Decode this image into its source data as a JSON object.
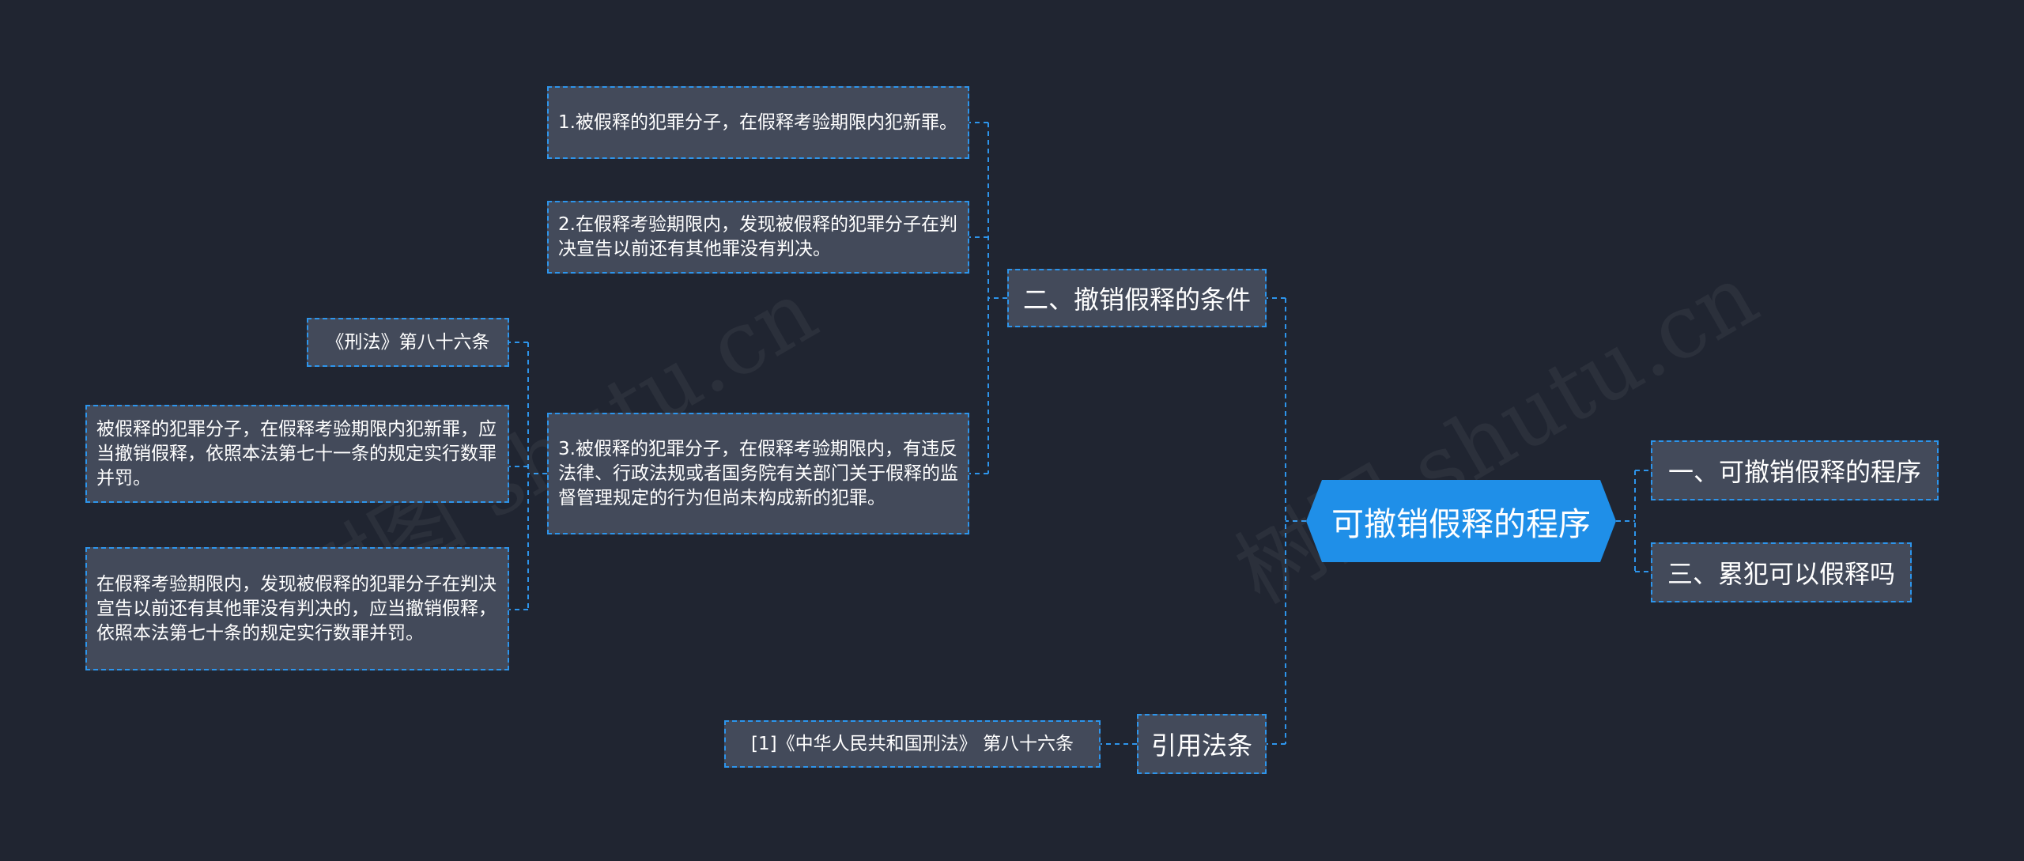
{
  "central": {
    "label": "可撤销假释的程序"
  },
  "right_branches": [
    {
      "label": "一、可撤销假释的程序"
    },
    {
      "label": "三、累犯可以假释吗"
    }
  ],
  "conditions": {
    "label": "二、撤销假释的条件",
    "items": [
      {
        "text": "1.被假释的犯罪分子，在假释考验期限内犯新罪。"
      },
      {
        "text": "2.在假释考验期限内，发现被假释的犯罪分子在判决宣告以前还有其他罪没有判决。"
      },
      {
        "text": "3.被假释的犯罪分子，在假释考验期限内，有违反法律、行政法规或者国务院有关部门关于假释的监督管理规定的行为但尚未构成新的犯罪。"
      }
    ]
  },
  "law_note": {
    "label": "《刑法》第八十六条",
    "items": [
      {
        "text": "被假释的犯罪分子，在假释考验期限内犯新罪，应当撤销假释，依照本法第七十一条的规定实行数罪并罚。"
      },
      {
        "text": "在假释考验期限内，发现被假释的犯罪分子在判决宣告以前还有其他罪没有判决的，应当撤销假释，依照本法第七十条的规定实行数罪并罚。"
      }
    ]
  },
  "citation": {
    "label": "引用法条",
    "item": "[1]《中华人民共和国刑法》 第八十六条"
  },
  "watermarks": [
    "树图 shutu.cn",
    "树图 shutu.cn"
  ],
  "colors": {
    "background": "#202531",
    "node_fill": "#434a5a",
    "accent": "#2d95ec",
    "central_fill": "#1f8fe8"
  }
}
